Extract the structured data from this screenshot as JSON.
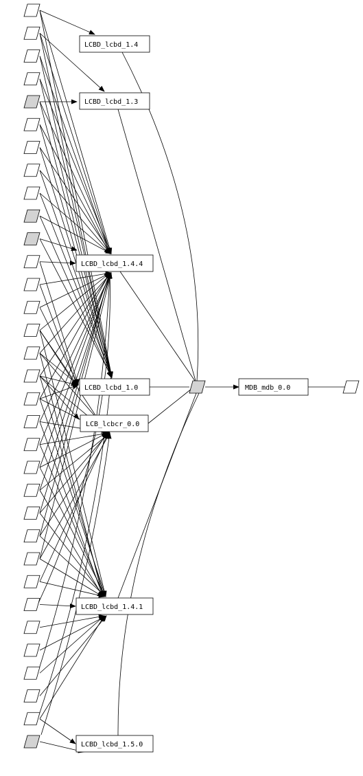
{
  "nodes": {
    "lcbd_1_4": {
      "label": "LCBD_lcbd_1.4"
    },
    "lcbd_1_3": {
      "label": "LCBD_lcbd_1.3"
    },
    "lcbd_1_4_4": {
      "label": "LCBD_lcbd_1.4.4"
    },
    "lcbd_1_0": {
      "label": "LCBD_lcbd_1.0"
    },
    "lcb_lcbcr": {
      "label": "LCB_lcbcr_0.0"
    },
    "lcbd_1_4_1": {
      "label": "LCBD_lcbd_1.4.1"
    },
    "lcbd_1_5_0": {
      "label": "LCBD_lcbd_1.5.0"
    },
    "mdb": {
      "label": "MDB_mdb_0.0"
    }
  },
  "left_inputs_shaded": [
    false,
    false,
    false,
    false,
    true,
    false,
    false,
    false,
    false,
    true,
    true,
    false,
    false,
    false,
    false,
    false,
    false,
    false,
    false,
    false,
    false,
    false,
    false,
    false,
    false,
    false,
    false,
    false,
    false,
    false,
    false,
    false,
    true
  ],
  "colors": {
    "stroke": "#000000",
    "box_fill": "#ffffff",
    "shaded_fill": "#d3d3d3"
  }
}
